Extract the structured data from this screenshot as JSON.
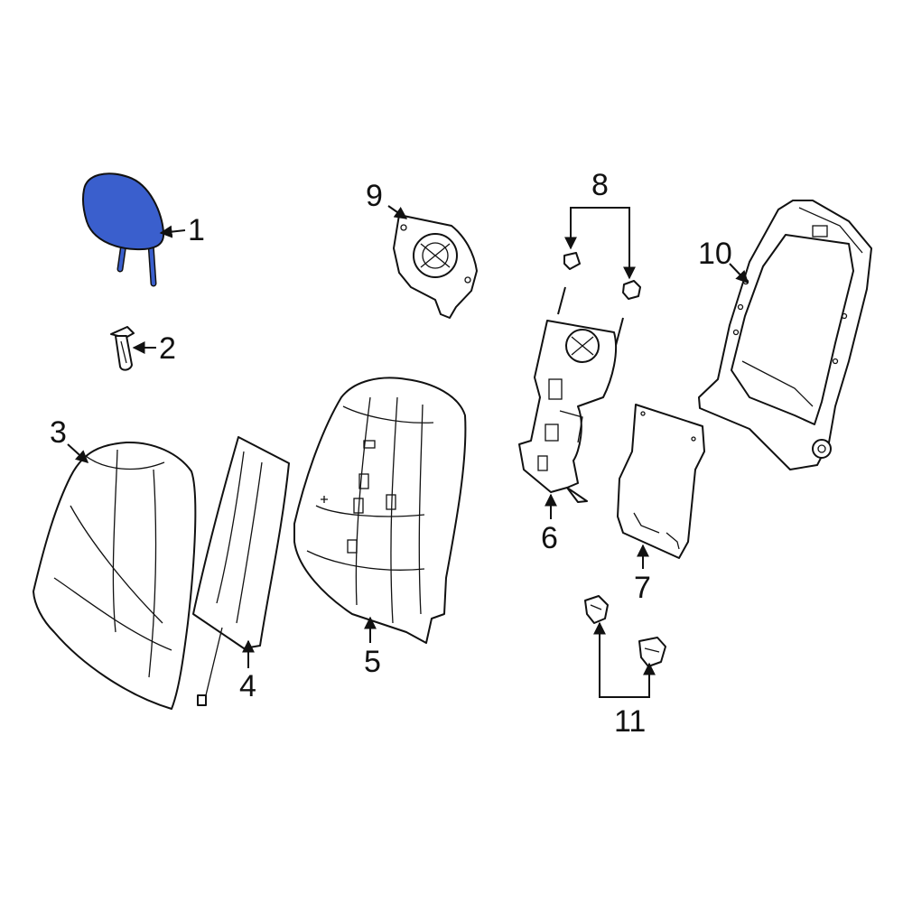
{
  "diagram": {
    "highlight_color": "#3a5fcd",
    "line_color": "#111111",
    "background_color": "#ffffff",
    "callouts": [
      {
        "id": "1",
        "label": "1"
      },
      {
        "id": "2",
        "label": "2"
      },
      {
        "id": "3",
        "label": "3"
      },
      {
        "id": "4",
        "label": "4"
      },
      {
        "id": "5",
        "label": "5"
      },
      {
        "id": "6",
        "label": "6"
      },
      {
        "id": "7",
        "label": "7"
      },
      {
        "id": "8",
        "label": "8"
      },
      {
        "id": "9",
        "label": "9"
      },
      {
        "id": "10",
        "label": "10"
      },
      {
        "id": "11",
        "label": "11"
      }
    ]
  }
}
